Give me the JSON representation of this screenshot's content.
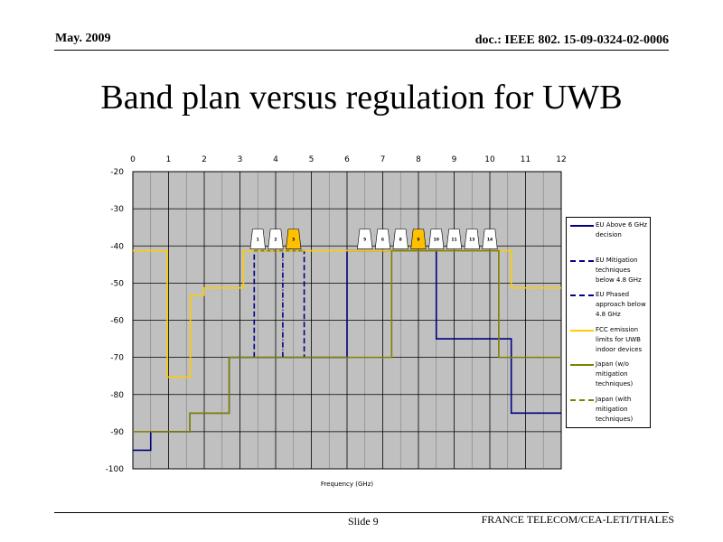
{
  "header": {
    "date": "May. 2009",
    "doc": "doc.: IEEE 802. 15-09-0324-02-0006"
  },
  "slide": {
    "title": "Band plan versus regulation for UWB"
  },
  "footer": {
    "slide": "Slide 9",
    "org": "FRANCE TELECOM/CEA-LETI/THALES"
  },
  "chart_data": {
    "type": "line",
    "title": "",
    "xlabel": "Frequency (GHz)",
    "ylabel": "",
    "xlim": [
      0,
      12
    ],
    "ylim": [
      -100,
      -20
    ],
    "x_ticks": [
      0,
      1,
      2,
      3,
      4,
      5,
      6,
      7,
      8,
      9,
      10,
      11,
      12
    ],
    "y_ticks": [
      -20,
      -30,
      -40,
      -50,
      -60,
      -70,
      -80,
      -90,
      -100
    ],
    "grid": true,
    "legend_position": "right",
    "band_channels": [
      {
        "label": "1",
        "center": 3.5,
        "highlight": false
      },
      {
        "label": "2",
        "center": 4.0,
        "highlight": false
      },
      {
        "label": "3",
        "center": 4.5,
        "highlight": true
      },
      {
        "label": "5",
        "center": 6.5,
        "highlight": false
      },
      {
        "label": "6",
        "center": 7.0,
        "highlight": false
      },
      {
        "label": "8",
        "center": 7.5,
        "highlight": false
      },
      {
        "label": "9",
        "center": 8.0,
        "highlight": true
      },
      {
        "label": "10",
        "center": 8.5,
        "highlight": false
      },
      {
        "label": "11",
        "center": 9.0,
        "highlight": false
      },
      {
        "label": "13",
        "center": 9.5,
        "highlight": false
      },
      {
        "label": "14",
        "center": 10.0,
        "highlight": false
      }
    ],
    "series": [
      {
        "name": "EU Above 6 GHz decision",
        "color": "#000080",
        "dash": "",
        "points": [
          [
            0,
            -95
          ],
          [
            0.5,
            -95
          ],
          [
            0.5,
            -90
          ],
          [
            1.6,
            -90
          ],
          [
            1.6,
            -85
          ],
          [
            2.7,
            -85
          ],
          [
            2.7,
            -70
          ],
          [
            6,
            -70
          ],
          [
            6,
            -41.3
          ],
          [
            8.5,
            -41.3
          ],
          [
            8.5,
            -65
          ],
          [
            10.6,
            -65
          ],
          [
            10.6,
            -85
          ],
          [
            12,
            -85
          ]
        ]
      },
      {
        "name": "EU Mitigation techniques below 4.8 GHz",
        "color": "#000080",
        "dash": "6,3",
        "points": [
          [
            3.4,
            -70
          ],
          [
            3.4,
            -41.3
          ],
          [
            4.8,
            -41.3
          ],
          [
            4.8,
            -70
          ]
        ]
      },
      {
        "name": "EU Phased approach below 4.8 GHz",
        "color": "#000080",
        "dash": "6,2,1,2",
        "points": [
          [
            4.2,
            -70
          ],
          [
            4.2,
            -41.3
          ]
        ]
      },
      {
        "name": "FCC emission limits for UWB indoor devices",
        "color": "#ffcc00",
        "dash": "",
        "points": [
          [
            0,
            -41.3
          ],
          [
            0.96,
            -41.3
          ],
          [
            0.96,
            -75.3
          ],
          [
            1.61,
            -75.3
          ],
          [
            1.61,
            -53.3
          ],
          [
            1.99,
            -53.3
          ],
          [
            1.99,
            -51.3
          ],
          [
            3.1,
            -51.3
          ],
          [
            3.1,
            -41.3
          ],
          [
            10.6,
            -41.3
          ],
          [
            10.6,
            -51.3
          ],
          [
            12,
            -51.3
          ]
        ]
      },
      {
        "name": "Japan (w/o mitigation techniques)",
        "color": "#808000",
        "dash": "",
        "points": [
          [
            0,
            -90
          ],
          [
            1.6,
            -90
          ],
          [
            1.6,
            -85
          ],
          [
            2.7,
            -85
          ],
          [
            2.7,
            -70
          ],
          [
            7.25,
            -70
          ],
          [
            7.25,
            -41.3
          ],
          [
            10.25,
            -41.3
          ],
          [
            10.25,
            -70
          ],
          [
            12,
            -70
          ]
        ]
      },
      {
        "name": "Japan (with mitigation techniques)",
        "color": "#808000",
        "dash": "4,3",
        "points": [
          [
            3.4,
            -41.3
          ],
          [
            4.8,
            -41.3
          ]
        ]
      }
    ]
  }
}
